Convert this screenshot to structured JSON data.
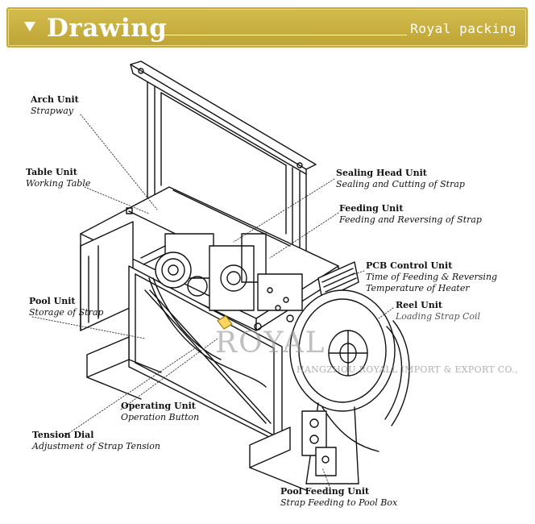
{
  "header": {
    "title": "Drawing",
    "brand": "Royal packing",
    "arrow_icon": "triangle-down-icon",
    "background_color": "#c6ad3a"
  },
  "labels": {
    "arch_unit": {
      "name": "Arch Unit",
      "desc": "Strapway"
    },
    "table_unit": {
      "name": "Table Unit",
      "desc": "Working Table"
    },
    "sealing_head_unit": {
      "name": "Sealing Head Unit",
      "desc": "Sealing and Cutting of Strap"
    },
    "feeding_unit": {
      "name": "Feeding Unit",
      "desc": "Feeding and Reversing of Strap"
    },
    "pcb_control_unit": {
      "name": "PCB Control Unit",
      "desc": "Time of Feeding & Reversing",
      "desc2": "Temperature of Heater"
    },
    "pool_unit": {
      "name": "Pool Unit",
      "desc": "Storage of Strap"
    },
    "reel_unit": {
      "name": "Reel Unit",
      "desc": "Loading Strap Coil"
    },
    "operating_unit": {
      "name": "Operating Unit",
      "desc": "Operation Button"
    },
    "tension_dial": {
      "name": "Tension Dial",
      "desc": "Adjustment of Strap Tension"
    },
    "pool_feeding_unit": {
      "name": "Pool Feeding Unit",
      "desc": "Strap Feeding to Pool Box"
    }
  },
  "watermark": {
    "logo": "ROYAL",
    "company": "HANGZHOU ROYALL IMPORT & EXPORT CO.,"
  }
}
